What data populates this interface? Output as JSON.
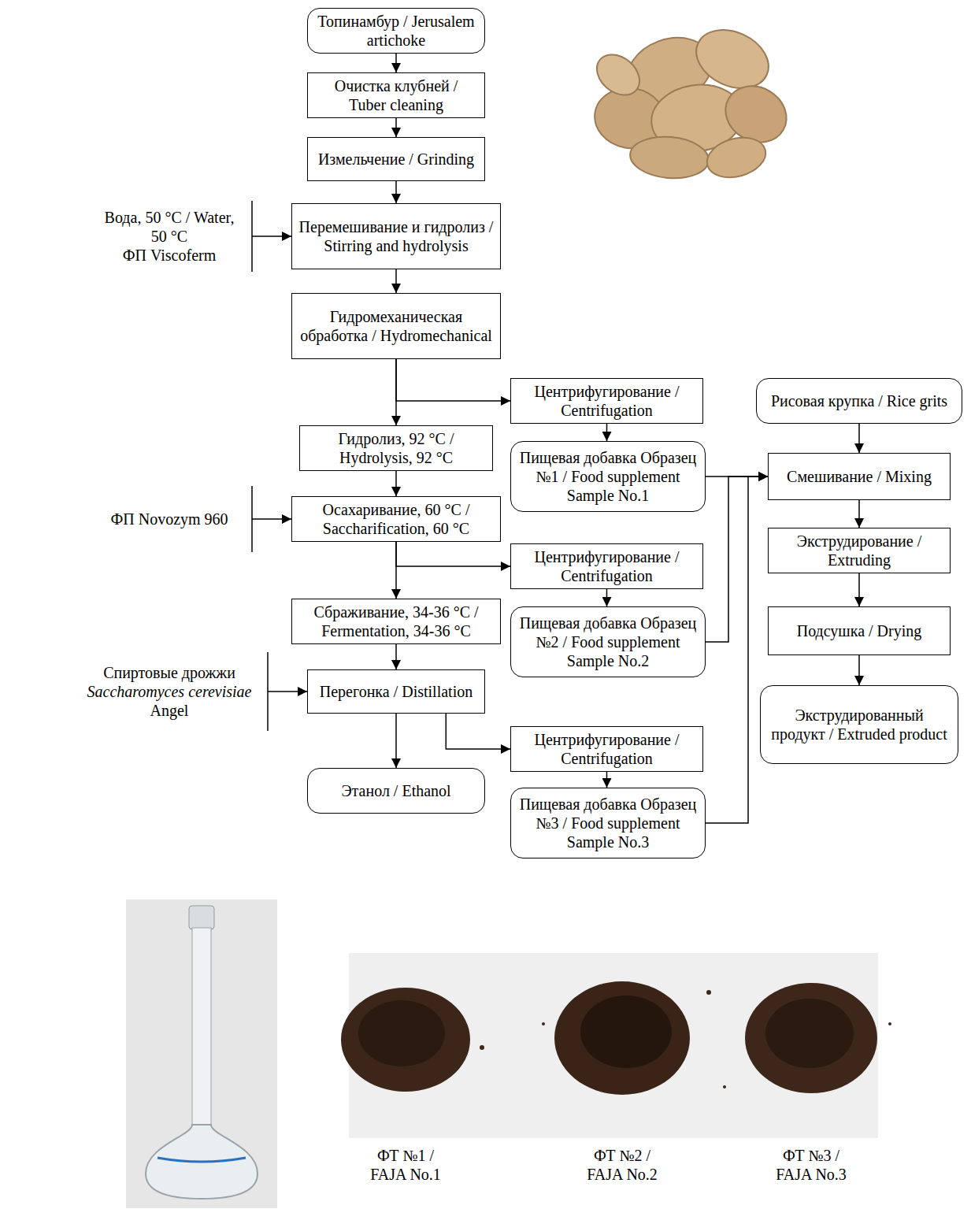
{
  "diagram": {
    "nodes": [
      {
        "text": [
          "Топинамбур / Jerusalem artichoke"
        ]
      },
      {
        "text": [
          "Очистка клубней / Tuber cleaning"
        ]
      },
      {
        "text": [
          "Измельчение / Grinding"
        ]
      },
      {
        "text": [
          "Перемешивание и гидролиз / Stirring and hydrolysis"
        ]
      },
      {
        "text": [
          "Гидромеханическая обработка / Hydromechanical"
        ]
      },
      {
        "text": [
          "Центрифугирование / Centrifugation"
        ]
      },
      {
        "text": [
          "Гидролиз, 92 °C / Hydrolysis, 92 °C"
        ]
      },
      {
        "text": [
          "Пищевая добавка Образец №1 / Food supplement Sample No.1"
        ]
      },
      {
        "text": [
          "Осахаривание, 60 °C / Saccharification, 60 °C"
        ]
      },
      {
        "text": [
          "Центрифугирование / Centrifugation"
        ]
      },
      {
        "text": [
          "Сбраживание, 34-36 °C / Fermentation, 34-36 °C"
        ]
      },
      {
        "text": [
          "Пищевая добавка Образец №2 / Food supplement Sample No.2"
        ]
      },
      {
        "text": [
          "Перегонка / Distillation"
        ]
      },
      {
        "text": [
          "Центрифугирование / Centrifugation"
        ]
      },
      {
        "text": [
          "Этанол / Ethanol"
        ]
      },
      {
        "text": [
          "Пищевая добавка Образец №3 / Food supplement Sample No.3"
        ]
      },
      {
        "text": [
          "Рисовая крупка / Rice grits"
        ]
      },
      {
        "text": [
          "Смешивание / Mixing"
        ]
      },
      {
        "text": [
          "Экструдирование / Extruding"
        ]
      },
      {
        "text": [
          "Подсушка / Drying"
        ]
      },
      {
        "text": [
          "Экструдированный продукт / Extruded product"
        ]
      }
    ],
    "edges": [
      {
        "from": 0,
        "to": 1,
        "arrow": "to"
      },
      {
        "from": 1,
        "to": 2,
        "arrow": "to"
      },
      {
        "from": 2,
        "to": 3,
        "arrow": "to"
      },
      {
        "from": 3,
        "to": 4,
        "arrow": "to"
      },
      {
        "from": 4,
        "to": 5,
        "arrow": "to"
      },
      {
        "from": 4,
        "to": 6,
        "arrow": "to"
      },
      {
        "from": 5,
        "to": 7,
        "arrow": "to"
      },
      {
        "from": 6,
        "to": 8,
        "arrow": "to"
      },
      {
        "from": 8,
        "to": 9,
        "arrow": "to"
      },
      {
        "from": 8,
        "to": 10,
        "arrow": "to"
      },
      {
        "from": 9,
        "to": 11,
        "arrow": "to"
      },
      {
        "from": 10,
        "to": 12,
        "arrow": "to"
      },
      {
        "from": 12,
        "to": 13,
        "arrow": "to"
      },
      {
        "from": 12,
        "to": 14,
        "arrow": "to"
      },
      {
        "from": 13,
        "to": 15,
        "arrow": "to"
      },
      {
        "from": 7,
        "to": 17,
        "arrow": "to"
      },
      {
        "from": 11,
        "to": 17,
        "arrow": "to"
      },
      {
        "from": 15,
        "to": 17,
        "arrow": "to"
      },
      {
        "from": 16,
        "to": 17,
        "arrow": "to"
      },
      {
        "from": 17,
        "to": 18,
        "arrow": "to"
      },
      {
        "from": 18,
        "to": 19,
        "arrow": "to"
      },
      {
        "from": 19,
        "to": 20,
        "arrow": "to"
      }
    ],
    "labels": [
      "Вода, 50 °C / Water, 50 °C",
      "ФП Viscoferm",
      "ФП Novozym 960",
      "Спиртовые дрожжи",
      "Saccharomyces cerevisiae",
      "Angel",
      "ФТ №1 / FAJA No.1",
      "ФТ №2 / FAJA No.2",
      "ФТ №3 / FAJA No.3"
    ]
  }
}
